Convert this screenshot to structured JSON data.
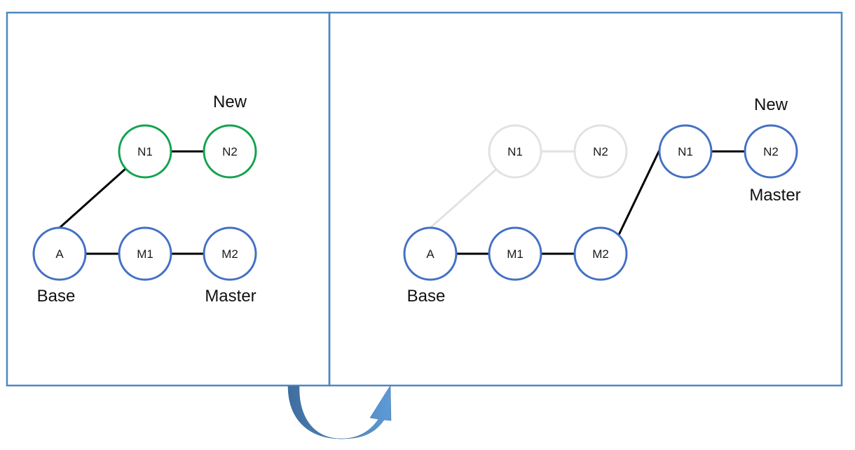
{
  "colors": {
    "frame": "#4e88c0",
    "blue_node": "#4470c4",
    "green_node": "#12a350",
    "ghost": "#e2e2e2",
    "edge": "#000000",
    "arrow_dark": "#3f6d9e",
    "arrow_light": "#5d9ad6"
  },
  "left_panel": {
    "nodes": {
      "a": "A",
      "m1": "M1",
      "m2": "M2",
      "n1": "N1",
      "n2": "N2"
    },
    "captions": {
      "new": "New",
      "base": "Base",
      "master": "Master"
    }
  },
  "right_panel": {
    "ghost_nodes": {
      "n1": "N1",
      "n2": "N2"
    },
    "nodes": {
      "a": "A",
      "m1": "M1",
      "m2": "M2",
      "n1": "N1",
      "n2": "N2"
    },
    "captions": {
      "new": "New",
      "base": "Base",
      "master": "Master"
    }
  },
  "transition_arrow": {
    "icon": "curved-arrow-icon"
  }
}
